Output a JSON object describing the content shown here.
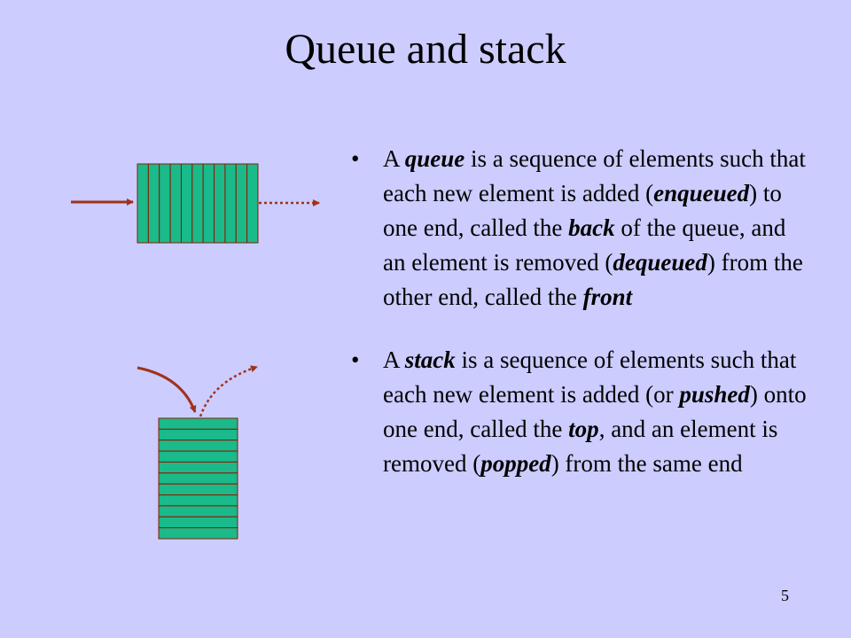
{
  "slide": {
    "title": "Queue and stack",
    "page_number": "5",
    "bullet_symbol": "•"
  },
  "queue_text": {
    "a": "A ",
    "queue": "queue",
    "p1": " is a sequence of elements such that each new element is added (",
    "enqueued": "enqueued",
    "p2": ") to one end, called the ",
    "back": "back",
    "p3": " of the queue, and an element is removed (",
    "dequeued": "dequeued",
    "p4": ") from the other end, called the ",
    "front": "front"
  },
  "stack_text": {
    "a": "A ",
    "stack": "stack",
    "p1": " is a sequence of elements such that each new element is added (or ",
    "pushed": "pushed",
    "p2": ") onto one end, called the ",
    "top": "top",
    "p3": ", and an element is removed (",
    "popped": "popped",
    "p4": ") from the same end"
  },
  "colors": {
    "background": "#ccccff",
    "cell_fill": "#1aba8a",
    "cell_border": "#8b1a00",
    "arrow": "#a0321a"
  },
  "diagram": {
    "queue_cells": 11,
    "stack_cells": 11
  }
}
